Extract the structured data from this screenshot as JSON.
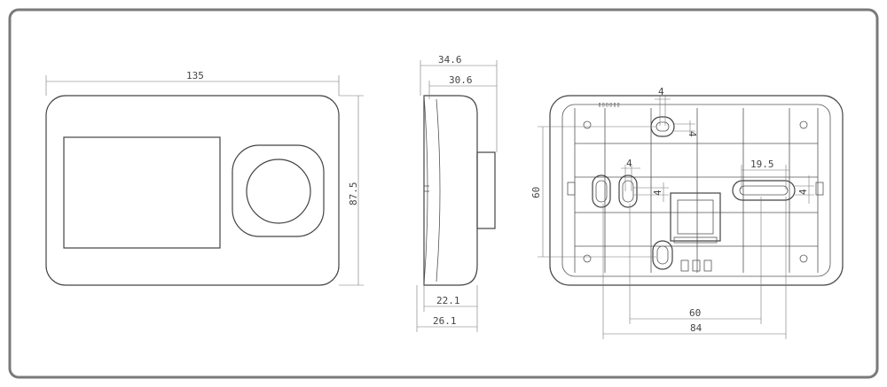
{
  "drawing": {
    "front_view": {
      "width_label": "135",
      "height_label": "87.5"
    },
    "side_view": {
      "total_depth_label": "34.6",
      "body_depth_label": "30.6",
      "base_depth_label": "22.1",
      "bottom_depth_label": "26.1"
    },
    "back_view": {
      "hole_width_top_label": "4",
      "hole_height_top_label": "4",
      "hole_width_left_label": "4",
      "hole_height_left_label": "4",
      "slot_length_label": "19.5",
      "slot_height_label": "4",
      "vertical_spacing_label": "60",
      "spacing_60_label": "60",
      "spacing_84_label": "84"
    }
  },
  "colors": {
    "frame_border": "#7a7a7a",
    "line": "#444444"
  }
}
